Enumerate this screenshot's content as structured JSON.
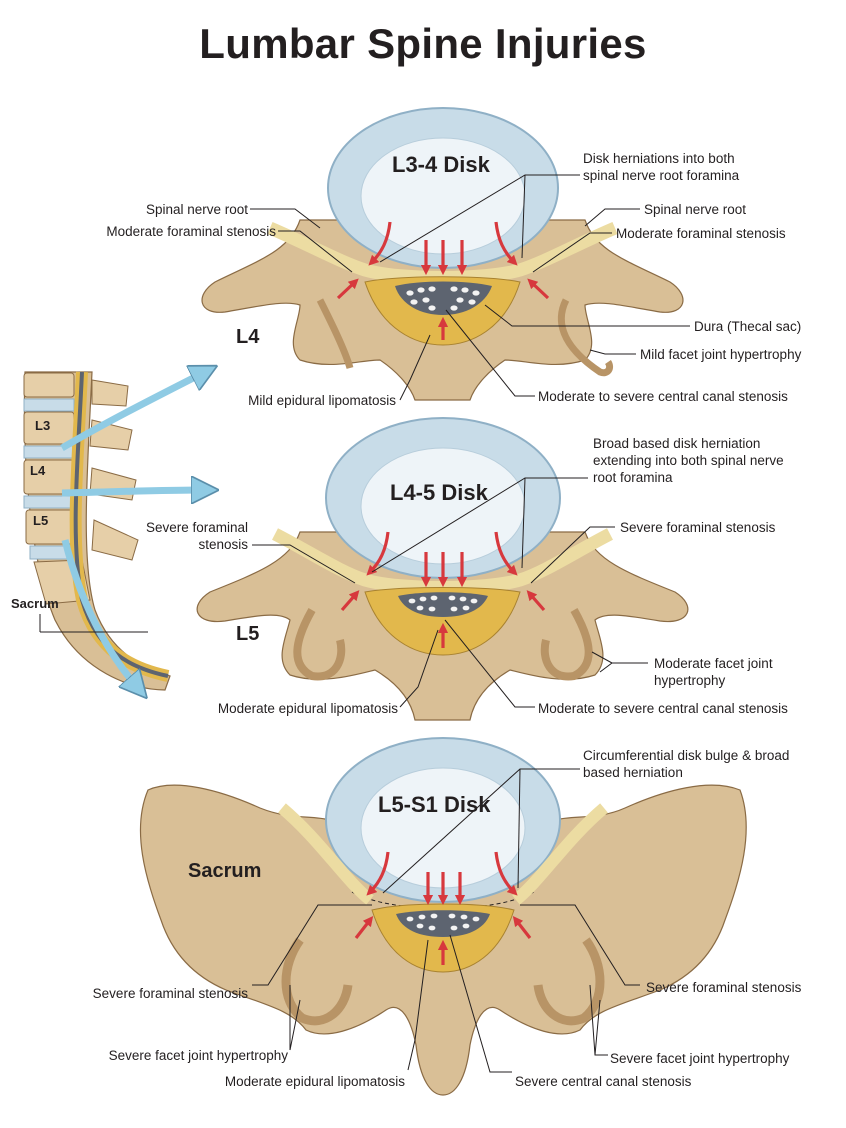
{
  "title": "Lumbar Spine Injuries",
  "colors": {
    "bone": "#d9bf96",
    "bone_dark": "#b89466",
    "disk": "#c8dce8",
    "disk_ring": "#8fb0c6",
    "nucleus": "#eef4f8",
    "fat": "#e2b84c",
    "nerve": "#ecdca2",
    "arrow_red": "#d7383d",
    "arrow_blue": "#8fcbe4"
  },
  "sagittal": {
    "labels": [
      "L3",
      "L4",
      "L5",
      "Sacrum"
    ]
  },
  "panels": [
    {
      "disk_label": "L3-4 Disk",
      "level_label": "L4",
      "labels": {
        "herniation": "Disk herniations into both\nspinal nerve root foramina",
        "nerve_left": "Spinal nerve root",
        "nerve_right": "Spinal nerve root",
        "foraminal_left": "Moderate foraminal stenosis",
        "foraminal_right": "Moderate foraminal stenosis",
        "dura": "Dura (Thecal sac)",
        "facet": "Mild facet joint hypertrophy",
        "lipomatosis": "Mild epidural lipomatosis",
        "central": "Moderate to severe central canal stenosis"
      }
    },
    {
      "disk_label": "L4-5 Disk",
      "level_label": "L5",
      "labels": {
        "herniation": "Broad based disk herniation\nextending into both spinal nerve\nroot foramina",
        "foraminal_left": "Severe foraminal\nstenosis",
        "foraminal_right": "Severe foraminal stenosis",
        "facet": "Moderate facet joint\nhypertrophy",
        "lipomatosis": "Moderate epidural lipomatosis",
        "central": "Moderate to severe central canal stenosis"
      }
    },
    {
      "disk_label": "L5-S1 Disk",
      "level_label": "Sacrum",
      "labels": {
        "herniation": "Circumferential disk bulge & broad\nbased herniation",
        "foraminal_left": "Severe foraminal stenosis",
        "foraminal_right": "Severe foraminal stenosis",
        "facet_left": "Severe facet joint hypertrophy",
        "facet_right": "Severe facet joint hypertrophy",
        "lipomatosis": "Moderate epidural lipomatosis",
        "central": "Severe central canal stenosis"
      }
    }
  ]
}
